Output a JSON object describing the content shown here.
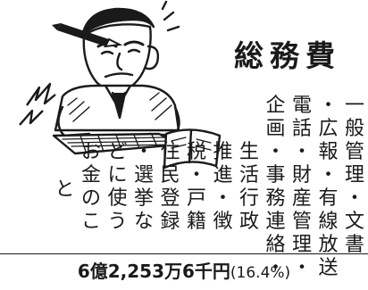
{
  "title": "総務費",
  "columns": [
    "一般管理・文書",
    "・広報・有線放送",
    "電話・財産管理・",
    "企画・事務連絡・",
    "生活行政",
    "推進・徴",
    "税・戸籍",
    "住民登録",
    "・選挙な",
    "どに使う",
    "お金のこ",
    "と"
  ],
  "total": {
    "amount": "6億2,253万6千円",
    "percent": "(16.4%)"
  },
  "icons": [
    "clipart-man-at-keyboard-icon",
    "lightning-icon",
    "pencil-icon",
    "book-icon"
  ],
  "colors": {
    "ink": "#1a1a1a",
    "background": "#ffffff"
  }
}
